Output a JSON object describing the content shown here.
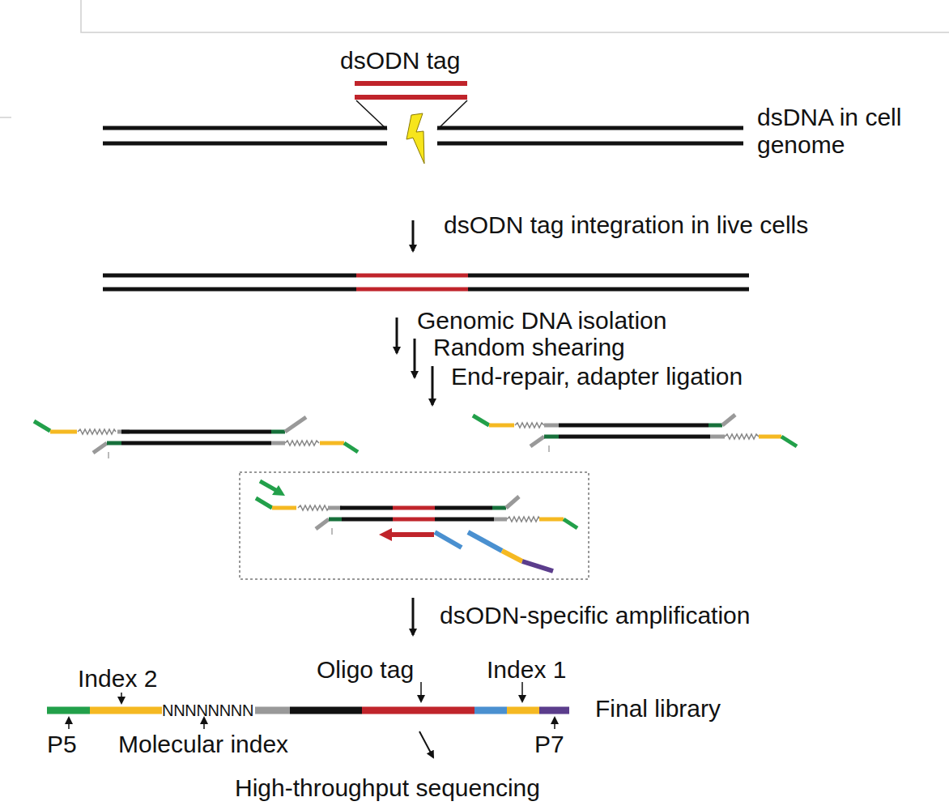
{
  "diagram": {
    "labels": [
      "dsODN tag",
      "dsDNA in cell genome",
      "dsODN tag integration in live cells",
      "Genomic DNA isolation",
      "Random shearing",
      "End-repair, adapter ligation",
      "dsODN-specific amplification",
      "Index 2",
      "Oligo tag",
      "Index 1",
      "Final library",
      "NNNNNNNN",
      "P5",
      "Molecular index",
      "P7",
      "High-throughput sequencing"
    ]
  }
}
